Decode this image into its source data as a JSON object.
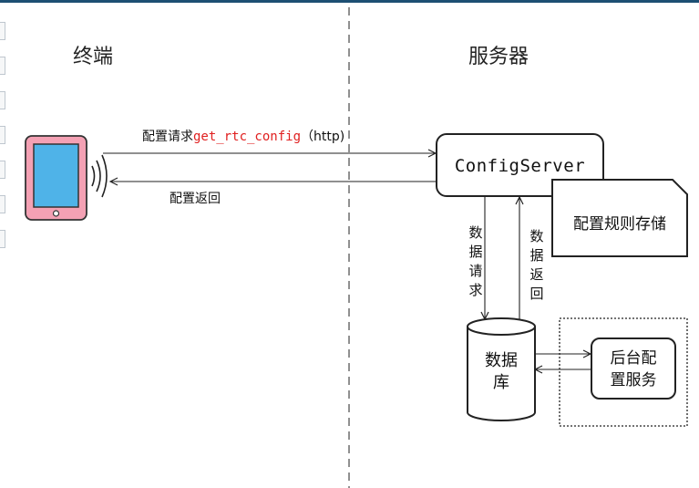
{
  "sections": {
    "left_title": "终端",
    "right_title": "服务器"
  },
  "arrows": {
    "request_prefix": "配置请求",
    "request_func": "get_rtc_config",
    "request_suffix": "（http)",
    "response": "配置返回",
    "data_request": "数据请求",
    "data_return": "数据返回"
  },
  "nodes": {
    "config_server": "ConfigServer",
    "rule_storage": "配置规则存储",
    "database": "数据库",
    "admin_service": "后台配置服务"
  },
  "colors": {
    "device_body": "#f4a1b4",
    "device_screen": "#4fb3e8",
    "topbar": "#1d4f73",
    "function_name": "#e02020"
  },
  "icons": {
    "device": "tablet-icon",
    "signal": "wifi-signal-icon"
  }
}
